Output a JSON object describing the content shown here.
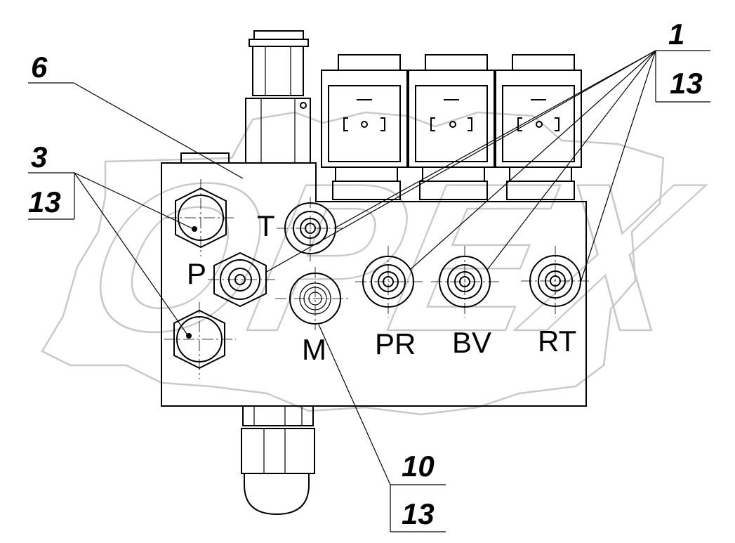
{
  "callouts": {
    "c1": "1",
    "c13_top": "13",
    "c6": "6",
    "c3": "3",
    "c13_left": "13",
    "c10": "10",
    "c13_bottom": "13"
  },
  "ports": {
    "T": "T",
    "P": "P",
    "M": "M",
    "PR": "PR",
    "BV": "BV",
    "RT": "RT"
  },
  "watermark": "OPEX",
  "colors": {
    "line": "#000000",
    "background": "#ffffff",
    "watermark": "#c9c9c9"
  }
}
